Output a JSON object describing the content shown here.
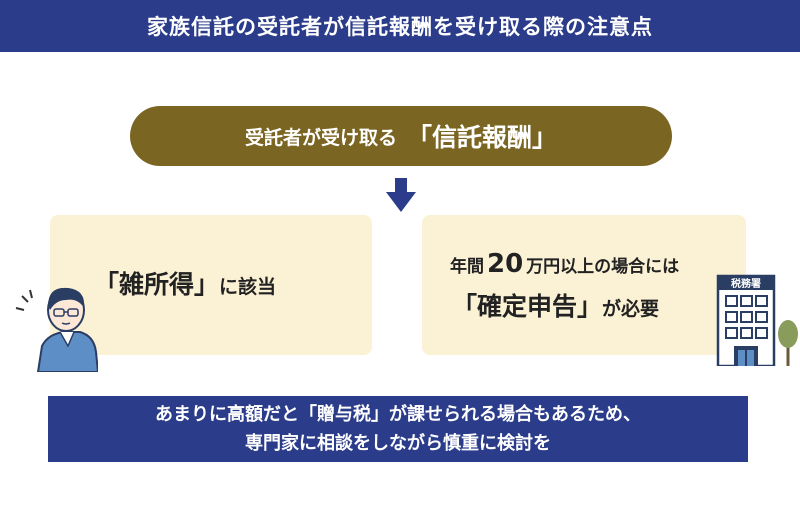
{
  "header": {
    "title": "家族信託の受託者が信託報酬を受け取る際の注意点"
  },
  "pill": {
    "prefix": "受託者が受け取る",
    "highlight": "「信託報酬」"
  },
  "left_card": {
    "term": "「雑所得」",
    "suffix": "に該当"
  },
  "right_card": {
    "line1_pre": "年間",
    "line1_num": "20",
    "line1_post": "万円以上の場合には",
    "term": "「確定申告」",
    "suffix": "が必要"
  },
  "building": {
    "sign": "税務署"
  },
  "note": {
    "line1": "あまりに高額だと「贈与税」が課せられる場合もあるため、",
    "line2": "専門家に相談をしながら慎重に検討を"
  },
  "colors": {
    "navy": "#2b3c8a",
    "gold": "#7b6522",
    "cream": "#fbf1d4"
  }
}
